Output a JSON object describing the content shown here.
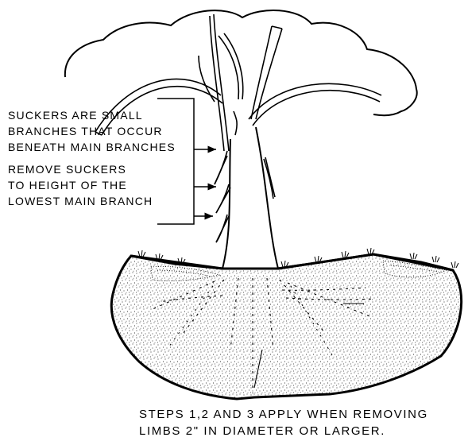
{
  "labels": {
    "suckers_def": [
      "SUCKERS  ARE SMALL",
      "BRANCHES THAT OCCUR",
      "BENEATH MAIN BRANCHES"
    ],
    "remove_note": [
      "REMOVE SUCKERS",
      "TO HEIGHT OF THE",
      "LOWEST MAIN BRANCH"
    ]
  },
  "caption": [
    "STEPS 1,2 AND 3 APPLY WHEN REMOVING",
    "LIMBS 2\" IN DIAMETER OR LARGER."
  ],
  "colors": {
    "ink": "#000000",
    "paper": "#ffffff"
  }
}
